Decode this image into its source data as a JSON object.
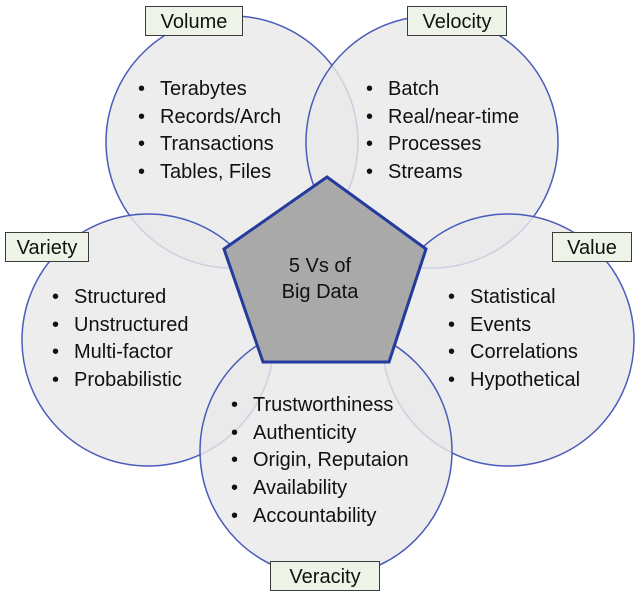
{
  "center": {
    "line1": "5 Vs of",
    "line2": "Big Data"
  },
  "volume": {
    "title": "Volume",
    "items": [
      "Terabytes",
      "Records/Arch",
      "Transactions",
      "Tables, Files"
    ]
  },
  "velocity": {
    "title": "Velocity",
    "items": [
      "Batch",
      "Real/near-time",
      "Processes",
      "Streams"
    ]
  },
  "variety": {
    "title": "Variety",
    "items": [
      "Structured",
      "Unstructured",
      "Multi-factor",
      "Probabilistic"
    ]
  },
  "value": {
    "title": "Value",
    "items": [
      "Statistical",
      "Events",
      "Correlations",
      "Hypothetical"
    ]
  },
  "veracity": {
    "title": "Veracity",
    "items": [
      "Trustworthiness",
      "Authenticity",
      "Origin, Reputaion",
      "Availability",
      "Accountability"
    ]
  },
  "colors": {
    "circle_fill": "#e9e9e9",
    "circle_stroke": "#4a5ab8",
    "pentagon_fill": "#a9a9a9",
    "pentagon_stroke": "#243a9c",
    "label_fill": "#edf4e7"
  }
}
